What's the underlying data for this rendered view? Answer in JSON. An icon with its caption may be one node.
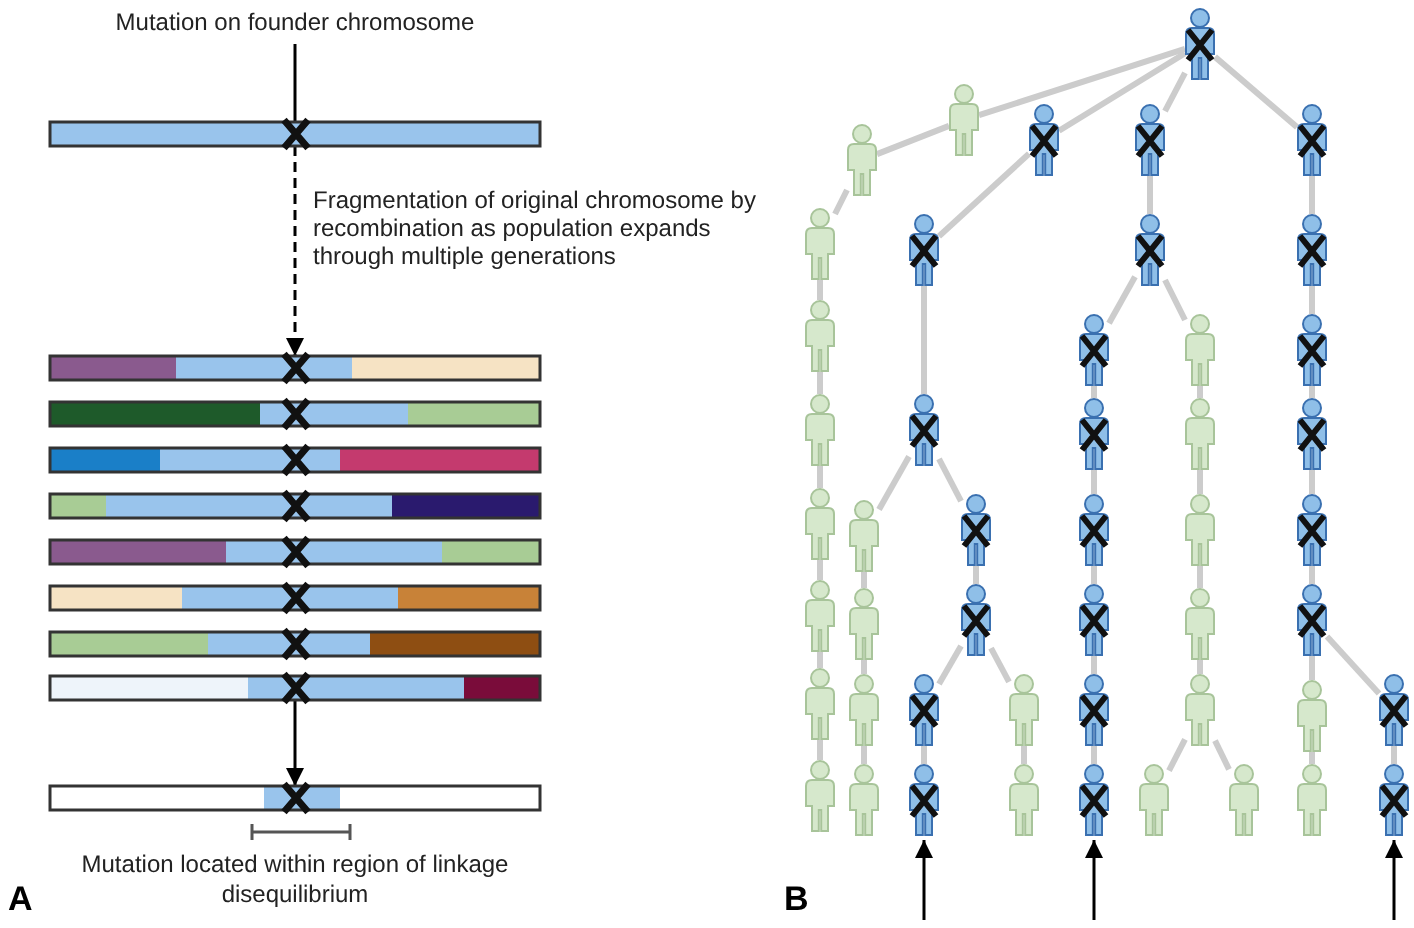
{
  "diagram": {
    "nodes": [
      {
        "text": [
          "Mutation on founder chromosome"
        ]
      },
      {
        "text": [],
        "shape": "bar"
      },
      {
        "text": [],
        "shape": "bar"
      },
      {
        "text": [],
        "shape": "bar"
      },
      {
        "text": [],
        "shape": "bar"
      },
      {
        "text": [],
        "shape": "bar"
      },
      {
        "text": [],
        "shape": "bar"
      },
      {
        "text": [],
        "shape": "bar"
      },
      {
        "text": [],
        "shape": "bar"
      },
      {
        "text": [],
        "shape": "bar"
      },
      {
        "text": [],
        "shape": "bar"
      },
      {
        "text": [],
        "shape": "person"
      },
      {
        "text": [],
        "shape": "person"
      },
      {
        "text": [],
        "shape": "person"
      },
      {
        "text": [],
        "shape": "person"
      },
      {
        "text": [],
        "shape": "person"
      },
      {
        "text": [],
        "shape": "person"
      },
      {
        "text": [],
        "shape": "person"
      },
      {
        "text": [],
        "shape": "person"
      },
      {
        "text": [],
        "shape": "person"
      },
      {
        "text": [],
        "shape": "person"
      },
      {
        "text": [],
        "shape": "person"
      },
      {
        "text": [],
        "shape": "person"
      },
      {
        "text": [],
        "shape": "person"
      },
      {
        "text": [],
        "shape": "person"
      },
      {
        "text": [],
        "shape": "person"
      },
      {
        "text": [],
        "shape": "person"
      },
      {
        "text": [],
        "shape": "person"
      },
      {
        "text": [],
        "shape": "person"
      },
      {
        "text": [],
        "shape": "person"
      },
      {
        "text": [],
        "shape": "person"
      },
      {
        "text": [],
        "shape": "person"
      },
      {
        "text": [],
        "shape": "person"
      },
      {
        "text": [],
        "shape": "person"
      },
      {
        "text": [],
        "shape": "person"
      },
      {
        "text": [],
        "shape": "person"
      },
      {
        "text": [],
        "shape": "person"
      },
      {
        "text": [],
        "shape": "person"
      },
      {
        "text": [],
        "shape": "person"
      },
      {
        "text": [],
        "shape": "person"
      },
      {
        "text": [],
        "shape": "person"
      },
      {
        "text": [],
        "shape": "person"
      },
      {
        "text": [],
        "shape": "person"
      },
      {
        "text": [],
        "shape": "person"
      },
      {
        "text": [],
        "shape": "person"
      },
      {
        "text": [],
        "shape": "person"
      },
      {
        "text": [],
        "shape": "person"
      },
      {
        "text": [],
        "shape": "person"
      },
      {
        "text": [],
        "shape": "person"
      },
      {
        "text": [],
        "shape": "person"
      },
      {
        "text": [],
        "shape": "person"
      },
      {
        "text": [],
        "shape": "person"
      },
      {
        "text": [],
        "shape": "person"
      },
      {
        "text": [],
        "shape": "person"
      },
      {
        "text": [],
        "shape": "person"
      },
      {
        "text": [],
        "shape": "person"
      },
      {
        "text": [],
        "shape": "person"
      },
      {
        "text": [],
        "shape": "person"
      },
      {
        "text": [],
        "shape": "person"
      }
    ],
    "edges": [
      {
        "from": 0,
        "to": 1,
        "arrow": "none",
        "color": "#000000"
      },
      {
        "from": 1,
        "to": 2,
        "arrow": "to",
        "style": "dashed",
        "color": "#000000",
        "label": "Fragmentation of original chromosome by recombination as population expands through multiple generations"
      },
      {
        "from": 9,
        "to": 10,
        "arrow": "to",
        "color": "#000000"
      },
      {
        "from": 11,
        "to": 13,
        "arrow": "none"
      },
      {
        "from": 13,
        "to": 12,
        "arrow": "none"
      },
      {
        "from": 12,
        "to": 17,
        "arrow": "none"
      },
      {
        "from": 17,
        "to": 21,
        "arrow": "none"
      },
      {
        "from": 21,
        "to": 25,
        "arrow": "none"
      },
      {
        "from": 25,
        "to": 30,
        "arrow": "none"
      },
      {
        "from": 30,
        "to": 36,
        "arrow": "none"
      },
      {
        "from": 36,
        "to": 42,
        "arrow": "none"
      },
      {
        "from": 42,
        "to": 50,
        "arrow": "none"
      },
      {
        "from": 11,
        "to": 14,
        "arrow": "none"
      },
      {
        "from": 11,
        "to": 15,
        "arrow": "none"
      },
      {
        "from": 11,
        "to": 16,
        "arrow": "none"
      },
      {
        "from": 14,
        "to": 18,
        "arrow": "none"
      },
      {
        "from": 18,
        "to": 26,
        "arrow": "none"
      },
      {
        "from": 26,
        "to": 31,
        "arrow": "none"
      },
      {
        "from": 26,
        "to": 32,
        "arrow": "none"
      },
      {
        "from": 31,
        "to": 37,
        "arrow": "none"
      },
      {
        "from": 37,
        "to": 43,
        "arrow": "none"
      },
      {
        "from": 43,
        "to": 51,
        "arrow": "none"
      },
      {
        "from": 32,
        "to": 38,
        "arrow": "none"
      },
      {
        "from": 38,
        "to": 44,
        "arrow": "none"
      },
      {
        "from": 38,
        "to": 45,
        "arrow": "none"
      },
      {
        "from": 44,
        "to": 52,
        "arrow": "none"
      },
      {
        "from": 45,
        "to": 53,
        "arrow": "none"
      },
      {
        "from": 15,
        "to": 19,
        "arrow": "none"
      },
      {
        "from": 19,
        "to": 22,
        "arrow": "none"
      },
      {
        "from": 19,
        "to": 23,
        "arrow": "none"
      },
      {
        "from": 22,
        "to": 27,
        "arrow": "none"
      },
      {
        "from": 27,
        "to": 33,
        "arrow": "none"
      },
      {
        "from": 33,
        "to": 39,
        "arrow": "none"
      },
      {
        "from": 39,
        "to": 46,
        "arrow": "none"
      },
      {
        "from": 46,
        "to": 54,
        "arrow": "none"
      },
      {
        "from": 23,
        "to": 28,
        "arrow": "none"
      },
      {
        "from": 28,
        "to": 34,
        "arrow": "none"
      },
      {
        "from": 34,
        "to": 40,
        "arrow": "none"
      },
      {
        "from": 40,
        "to": 47,
        "arrow": "none"
      },
      {
        "from": 47,
        "to": 55,
        "arrow": "none"
      },
      {
        "from": 47,
        "to": 56,
        "arrow": "none"
      },
      {
        "from": 16,
        "to": 20,
        "arrow": "none"
      },
      {
        "from": 20,
        "to": 24,
        "arrow": "none"
      },
      {
        "from": 24,
        "to": 29,
        "arrow": "none"
      },
      {
        "from": 29,
        "to": 35,
        "arrow": "none"
      },
      {
        "from": 35,
        "to": 41,
        "arrow": "none"
      },
      {
        "from": 41,
        "to": 48,
        "arrow": "none"
      },
      {
        "from": 41,
        "to": 49,
        "arrow": "none"
      },
      {
        "from": 48,
        "to": 57,
        "arrow": "none"
      },
      {
        "from": 49,
        "to": 58,
        "arrow": "none"
      },
      {
        "from": null,
        "to": 52,
        "arrow": "to",
        "color": "#000000"
      },
      {
        "from": null,
        "to": 54,
        "arrow": "to",
        "color": "#000000"
      },
      {
        "from": null,
        "to": 58,
        "arrow": "to",
        "color": "#000000"
      }
    ],
    "labels": [
      "Mutation located within region of linkage disequilibrium",
      "A",
      "B"
    ]
  }
}
